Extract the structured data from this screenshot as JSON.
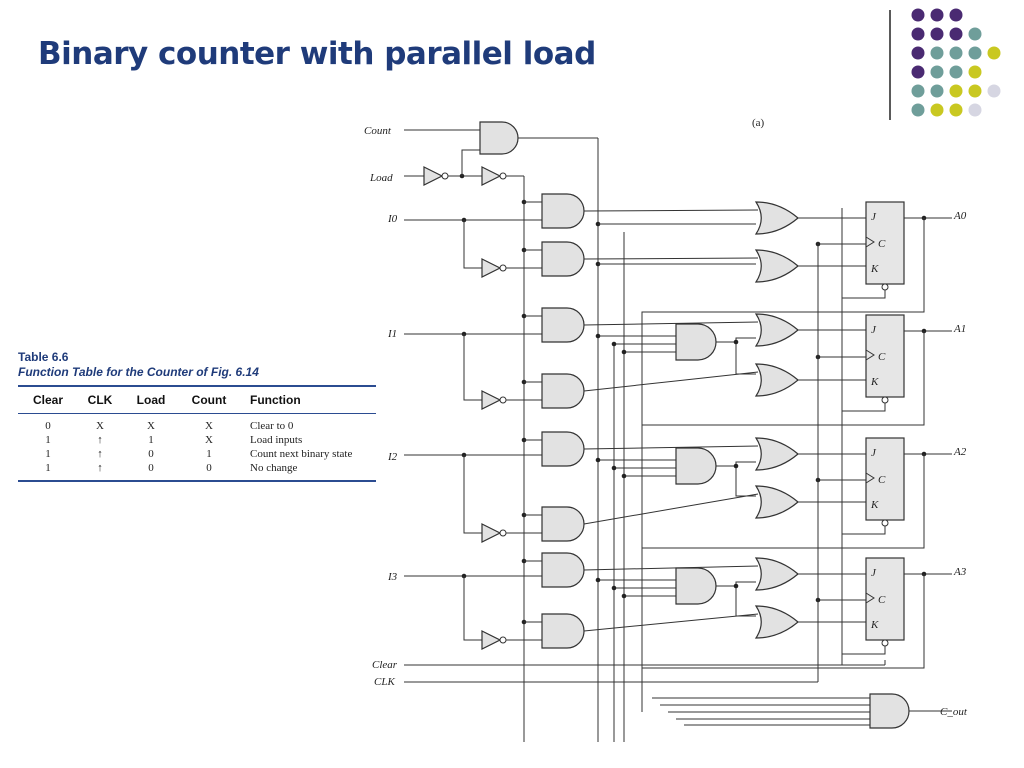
{
  "slide": {
    "title": "Binary counter with parallel load",
    "accent_color": "#1f3b7a",
    "decoration_colors": [
      "#4a2a72",
      "#6f9e9a",
      "#c9c821",
      "#d6d6e2"
    ]
  },
  "table": {
    "caption": "Table 6.6",
    "subtitle": "Function Table for the Counter of Fig. 6.14",
    "headers": [
      "Clear",
      "CLK",
      "Load",
      "Count",
      "Function"
    ],
    "rows": [
      [
        "0",
        "X",
        "X",
        "X",
        "Clear to 0"
      ],
      [
        "1",
        "↑",
        "1",
        "X",
        "Load inputs"
      ],
      [
        "1",
        "↑",
        "0",
        "1",
        "Count next binary state"
      ],
      [
        "1",
        "↑",
        "0",
        "0",
        "No change"
      ]
    ]
  },
  "diagram": {
    "panel_label": "(a)",
    "inputs": {
      "count": "Count",
      "load": "Load",
      "clear": "Clear",
      "clk": "CLK"
    },
    "data_inputs": [
      "I0",
      "I1",
      "I2",
      "I3"
    ],
    "outputs": [
      "A0",
      "A1",
      "A2",
      "A3"
    ],
    "carry_out": "C_out",
    "ff_labels": {
      "j": "J",
      "c": "C",
      "k": "K"
    }
  }
}
